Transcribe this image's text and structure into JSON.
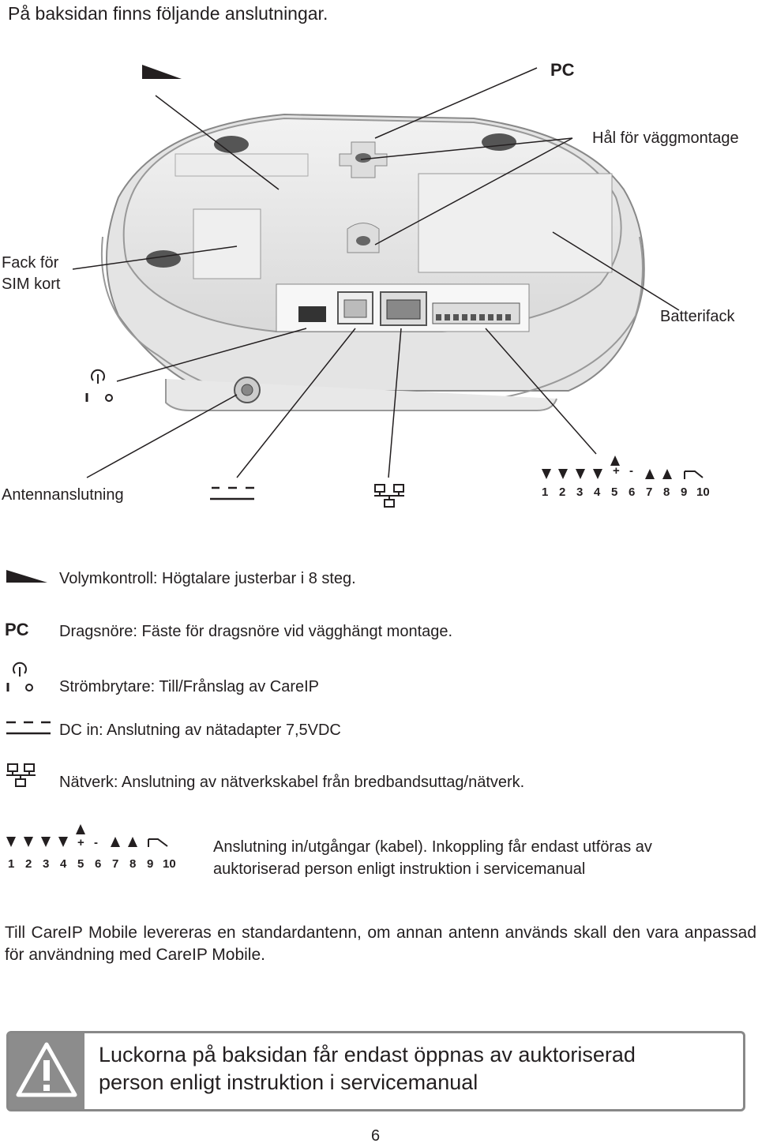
{
  "page_title": "På baksidan finns följande anslutningar.",
  "diagram_labels": {
    "pc": "PC",
    "wall_holes": "Hål för väggmontage",
    "sim_line1": "Fack för",
    "sim_line2": "SIM kort",
    "battery": "Batterifack",
    "antenna": "Antennanslutning",
    "pin_numbers": [
      "1",
      "2",
      "3",
      "4",
      "5",
      "6",
      "7",
      "8",
      "9",
      "10"
    ],
    "pin_plus": "+",
    "pin_minus": "-",
    "power_i": "I",
    "power_o": "O"
  },
  "legend": [
    {
      "icon": "volume-icon",
      "text": "Volymkontroll: Högtalare justerbar i 8 steg."
    },
    {
      "icon": "pc-icon",
      "label": "PC",
      "text": "Dragsnöre: Fäste för dragsnöre vid vägghängt montage."
    },
    {
      "icon": "power-switch-icon",
      "text": "Strömbrytare: Till/Frånslag av CareIP"
    },
    {
      "icon": "dc-in-icon",
      "text": "DC in: Anslutning av nätadapter 7,5VDC"
    },
    {
      "icon": "network-icon",
      "text": "Nätverk: Anslutning av nätverkskabel från bredbandsuttag/nätverk."
    },
    {
      "icon": "io-terminal-icon",
      "text_line1": "Anslutning in/utgångar (kabel). Inkoppling får endast utföras av",
      "text_line2": "auktoriserad person enligt instruktion i servicemanual"
    }
  ],
  "paragraph": "Till CareIP Mobile levereras en standardantenn, om annan antenn används skall den vara anpassad för användning med CareIP Mobile.",
  "warning": {
    "icon": "warning-triangle-icon",
    "line1": "Luckorna på baksidan får endast öppnas av auktoriserad",
    "line2": "person enligt instruktion i servicemanual"
  },
  "page_number": "6"
}
